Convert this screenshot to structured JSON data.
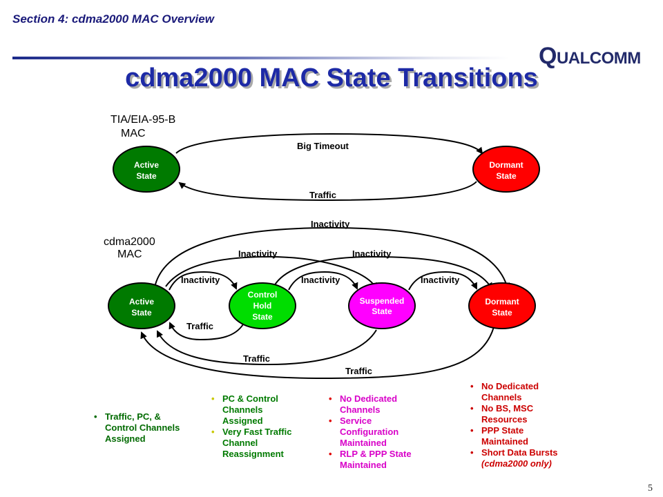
{
  "header": {
    "section": "Section 4: cdma2000 MAC Overview",
    "logo_text": "QUALCOMM",
    "title": "cdma2000 MAC State Transitions",
    "page_number": "5"
  },
  "diagram": {
    "mac95_label": [
      "TIA/EIA-95-B",
      "MAC"
    ],
    "cdma_label": [
      "cdma2000",
      "MAC"
    ],
    "nodes": {
      "active_top": [
        "Active",
        "State"
      ],
      "dormant_top": [
        "Dormant",
        "State"
      ],
      "active": [
        "Active",
        "State"
      ],
      "control_hold": [
        "Control",
        "Hold",
        "State"
      ],
      "suspended": [
        "Suspended",
        "State"
      ],
      "dormant": [
        "Dormant",
        "State"
      ]
    },
    "edges": {
      "big_timeout": "Big Timeout",
      "traffic_top": "Traffic",
      "inactivity_outer": "Inactivity",
      "inactivity_a_s": "Inactivity",
      "inactivity_c_d": "Inactivity",
      "inactivity_a_c": "Inactivity",
      "inactivity_c_s": "Inactivity",
      "inactivity_s_d": "Inactivity",
      "traffic_c_a": "Traffic",
      "traffic_s_a": "Traffic",
      "traffic_d_a": "Traffic"
    },
    "colors": {
      "active": "#007a00",
      "control_hold": "#00dd00",
      "suspended": "#ff00ff",
      "dormant": "#ff0000"
    }
  },
  "lists": {
    "active": [
      "Traffic, PC,  &",
      "Control Channels",
      "Assigned"
    ],
    "control_hold": [
      {
        "lines": [
          "PC  & Control",
          "Channels",
          "Assigned"
        ]
      },
      {
        "lines": [
          "Very Fast Traffic",
          "Channel",
          "Reassignment"
        ]
      }
    ],
    "suspended": [
      {
        "lines": [
          "No Dedicated",
          "Channels"
        ]
      },
      {
        "lines": [
          "Service",
          "Configuration",
          "Maintained"
        ]
      },
      {
        "lines": [
          "RLP & PPP State",
          "Maintained"
        ]
      }
    ],
    "dormant": [
      {
        "lines": [
          "No Dedicated",
          "Channels"
        ]
      },
      {
        "lines": [
          "No BS, MSC",
          "Resources"
        ]
      },
      {
        "lines": [
          "PPP State",
          "Maintained"
        ]
      },
      {
        "lines": [
          "Short Data Bursts"
        ]
      }
    ],
    "dormant_italic": "(cdma2000 only)"
  }
}
